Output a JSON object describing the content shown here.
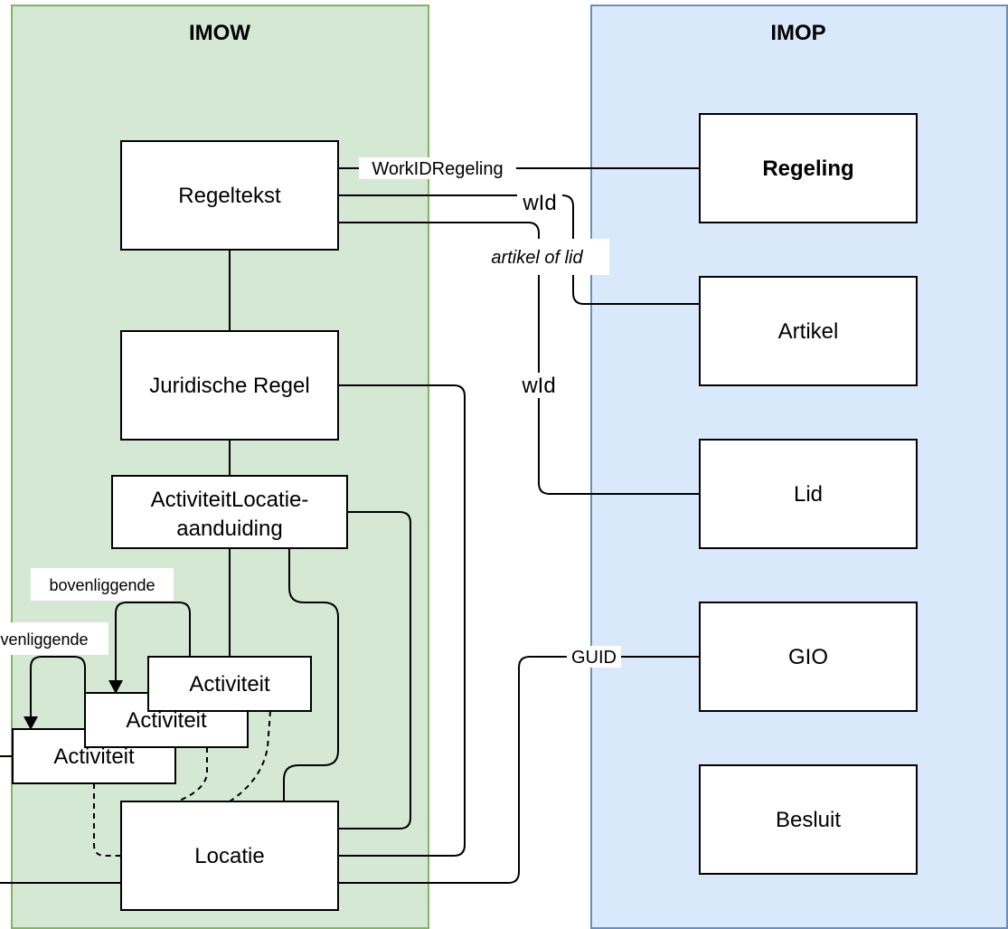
{
  "containers": {
    "imow": {
      "title": "IMOW",
      "fill": "#d5e8d4",
      "stroke": "#82b366"
    },
    "imop": {
      "title": "IMOP",
      "fill": "#dae8fc",
      "stroke": "#6c8ebf"
    }
  },
  "boxes": {
    "regeltekst": "Regeltekst",
    "juridische_regel": "Juridische Regel",
    "activiteit_locatie_line1": "ActiviteitLocatie-",
    "activiteit_locatie_line2": "aanduiding",
    "activiteit_1": "Activiteit",
    "activiteit_2": "Activiteit",
    "activiteit_3": "Activiteit",
    "locatie": "Locatie",
    "regeling": "Regeling",
    "artikel": "Artikel",
    "lid": "Lid",
    "gio": "GIO",
    "besluit": "Besluit"
  },
  "edge_labels": {
    "workid": "WorkIDRegeling",
    "wid_artikel": "wId",
    "artikel_of_lid": "artikel of lid",
    "wid_lid": "wId",
    "guid": "GUID",
    "bovenliggende_1": "bovenliggende",
    "bovenliggende_2": "bovenliggende"
  }
}
